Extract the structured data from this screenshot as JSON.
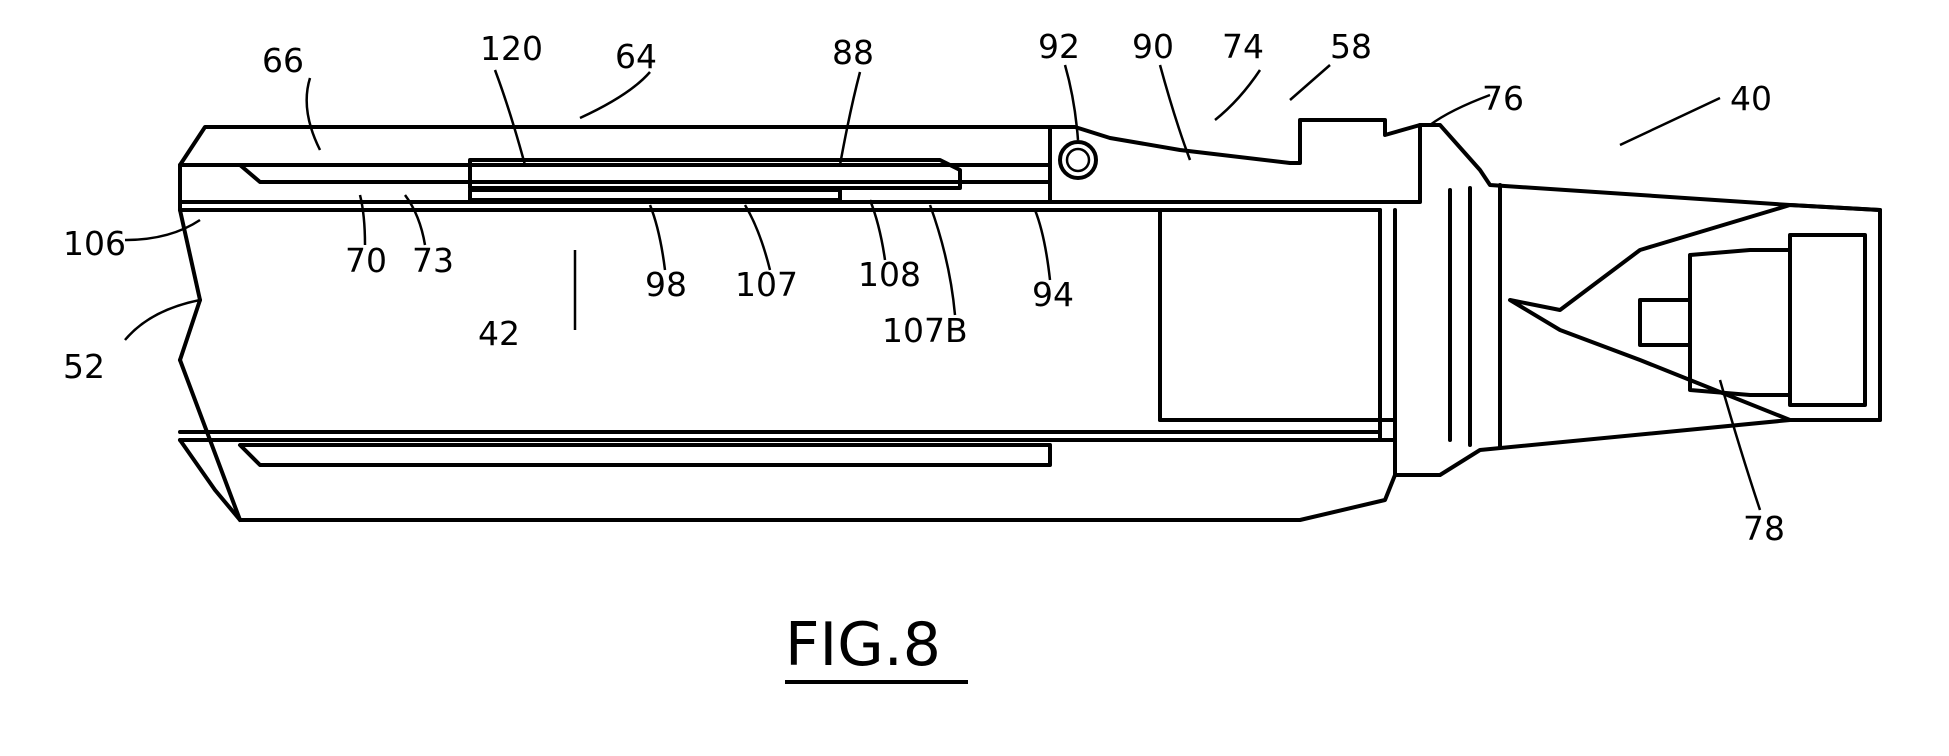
{
  "figure": {
    "caption": "FIG.8",
    "reference_numerals": {
      "r66": "66",
      "r120": "120",
      "r64": "64",
      "r88": "88",
      "r92": "92",
      "r90": "90",
      "r74": "74",
      "r58": "58",
      "r76": "76",
      "r40": "40",
      "r106": "106",
      "r70": "70",
      "r73": "73",
      "r98": "98",
      "r107": "107",
      "r108": "108",
      "r94": "94",
      "r107b": "107B",
      "r42": "42",
      "r52": "52",
      "r78": "78"
    }
  }
}
